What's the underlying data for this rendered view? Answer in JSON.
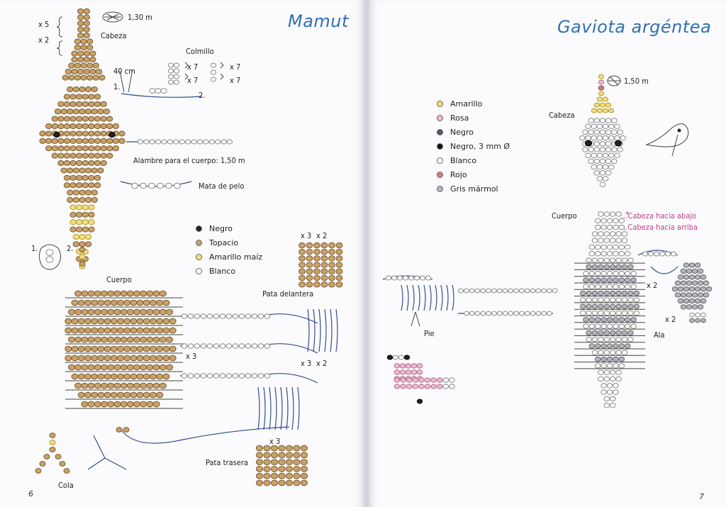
{
  "left_page": {
    "title": "Mamut",
    "page_number": "6",
    "labels": {
      "x5": "x 5",
      "x2": "x 2",
      "head_wire": "1,30 m",
      "head": "Cabeza",
      "tusk": "Colmillo",
      "cm40": "40 cm",
      "step1": "1.",
      "step2": "2.",
      "tusk_x7a": "x 7",
      "tusk_x7b": "x 7",
      "tusk_x7c": "x 7",
      "tusk_x7d": "x 7",
      "body_wire": "Alambre para el cuerpo: 1,50 m",
      "hair": "Mata de pelo",
      "body": "Cuerpo",
      "front_leg": "Pata delantera",
      "hind_leg": "Pata trasera",
      "tail": "Cola",
      "x3_top": "x 3",
      "x2_top": "x 2",
      "x3_mid": "x 3",
      "x2_mid": "x 2",
      "x3_side": "x 3",
      "x3_bottom": "x 3",
      "ear_1": "1.",
      "ear_2": "2."
    },
    "legend": [
      {
        "color": "#222222",
        "label": "Negro"
      },
      {
        "color": "#c9a26a",
        "label": "Topacio"
      },
      {
        "color": "#f2df7a",
        "label": "Amarillo maíz"
      },
      {
        "color": "#ffffff",
        "label": "Blanco"
      }
    ]
  },
  "right_page": {
    "title": "Gaviota argéntea",
    "page_number": "7",
    "labels": {
      "head_wire": "1,50 m",
      "head": "Cabeza",
      "body": "Cuerpo",
      "head_down": "...Cabeza hacia abajo",
      "head_up": "...Cabeza hacia arriba",
      "foot": "Pie",
      "wing": "Ala",
      "x2_wing": "x 2",
      "x2_small": "x 2"
    },
    "legend": [
      {
        "color": "#f2df7a",
        "label": "Amarillo"
      },
      {
        "color": "#f2b8d0",
        "label": "Rosa"
      },
      {
        "color": "#555566",
        "label": "Negro"
      },
      {
        "color": "#111111",
        "label": "Negro, 3 mm Ø"
      },
      {
        "color": "#ffffff",
        "label": "Blanco"
      },
      {
        "color": "#d47e7e",
        "label": "Rojo"
      },
      {
        "color": "#b5b5c0",
        "label": "Gris mármol"
      }
    ]
  }
}
